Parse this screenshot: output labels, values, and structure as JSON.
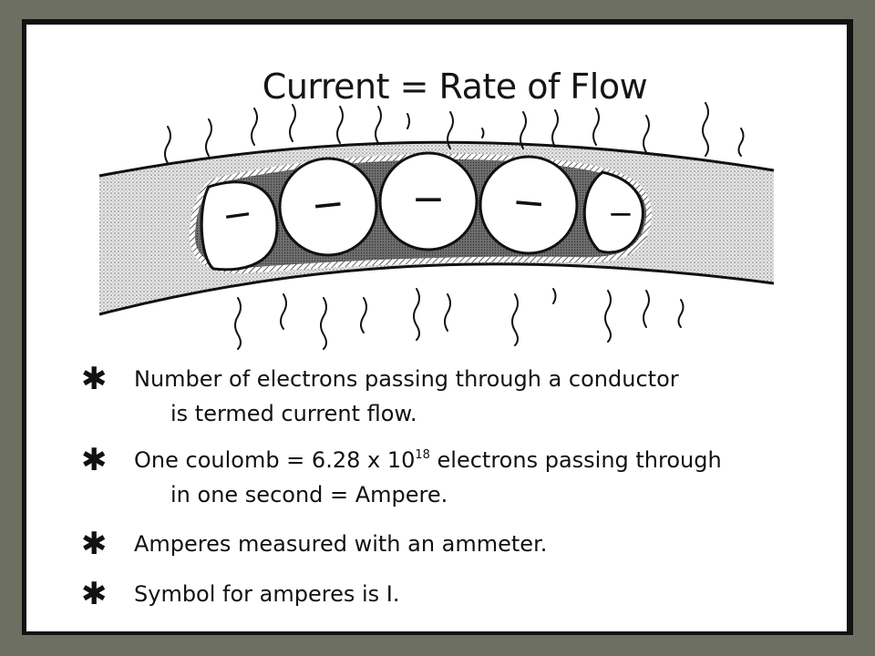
{
  "title": "Current = Rate of Flow",
  "electron_sign": "−",
  "bullet_icon": "asterisk-icon",
  "bullets": [
    {
      "line1": "Number of electrons passing through a conductor",
      "line2": "is termed current flow."
    },
    {
      "line1_pre": "One coulomb =  6.28 x 10",
      "line1_exp": "18",
      "line1_post": " electrons passing through",
      "line2": "in one second = Ampere."
    },
    {
      "line1": "Amperes measured with an ammeter."
    },
    {
      "line1": "Symbol for amperes is I."
    }
  ],
  "colors": {
    "background": "#6d7060",
    "frame": "#121212",
    "slide": "#ffffff",
    "conductor": "#cfcfcf",
    "ink": "#111111"
  }
}
